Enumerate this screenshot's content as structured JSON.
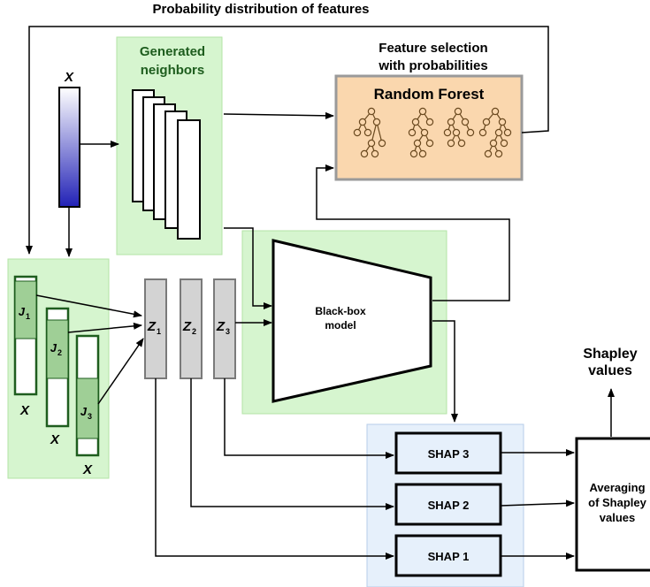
{
  "title": "Probability distribution of features",
  "generated": {
    "line1": "Generated",
    "line2": "neighbors"
  },
  "x_label": "X",
  "feature_selection": {
    "line1": "Feature selection",
    "line2": "with probabilities"
  },
  "random_forest": {
    "title": "Random Forest"
  },
  "blackbox": {
    "line1": "Black-box",
    "line2": "model"
  },
  "subsets": [
    {
      "label": "J",
      "sub": "1",
      "x_label": "X"
    },
    {
      "label": "J",
      "sub": "2",
      "x_label": "X"
    },
    {
      "label": "J",
      "sub": "3",
      "x_label": "X"
    }
  ],
  "z": [
    {
      "label": "Z",
      "sub": "1"
    },
    {
      "label": "Z",
      "sub": "2"
    },
    {
      "label": "Z",
      "sub": "3"
    }
  ],
  "shap": [
    "SHAP 3",
    "SHAP 2",
    "SHAP 1"
  ],
  "shapley": {
    "line1": "Shapley",
    "line2": "values"
  },
  "averaging": {
    "line1": "Averaging",
    "line2": "of Shapley",
    "line3": "values"
  },
  "colors": {
    "green_panel": "#d6f5cf",
    "green_panel_border": "#b3e3a6",
    "subset_border": "#1e5d1e",
    "subset_fill": "#9fcf96",
    "rf_fill": "#fad7ae",
    "rf_border": "#9a9a9a",
    "z_fill": "#d3d3d3",
    "blue_panel": "#e6f0fb",
    "blue_panel_border": "#b7cde8",
    "blue_top": "#ffffff",
    "blue_bottom": "#2121b6"
  }
}
